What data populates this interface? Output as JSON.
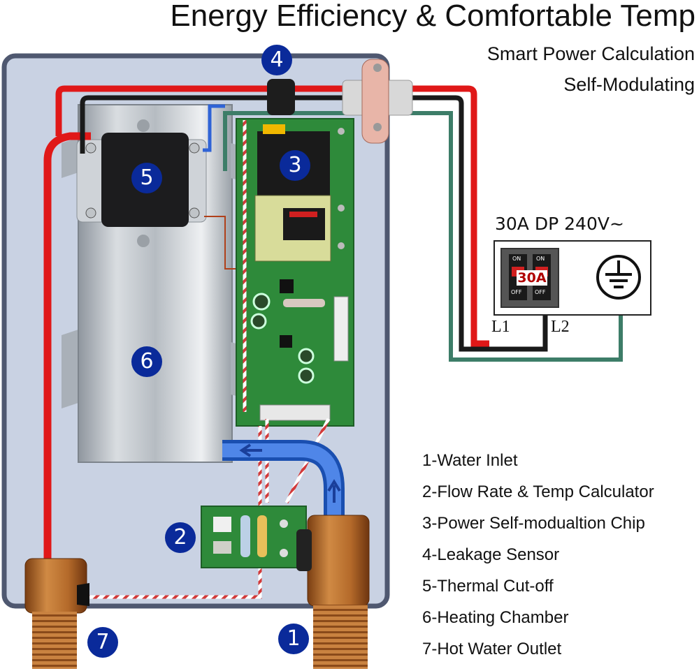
{
  "title": "Energy Efficiency & Comfortable Temp",
  "subtitle_lines": [
    "Smart Power Calculation",
    "Self-Modulating"
  ],
  "breaker": {
    "label": "30A DP 240V~",
    "rating": "30A",
    "on_label": "ON",
    "off_label": "OFF",
    "line_labels": [
      "L1",
      "L2"
    ]
  },
  "legend": [
    "1-Water Inlet",
    "2-Flow Rate & Temp Calculator",
    "3-Power Self-modualtion Chip",
    "4-Leakage Sensor",
    "5-Thermal Cut-off",
    "6-Heating Chamber",
    "7-Hot Water Outlet"
  ],
  "badges": [
    "1",
    "2",
    "3",
    "4",
    "5",
    "6",
    "7"
  ],
  "colors": {
    "hot_wire": "#e01818",
    "neutral_wire": "#1a1a1a",
    "ground_wire": "#3d7d68",
    "badge": "#0a2a9a",
    "water_pipe": "#3a6fd8",
    "housing": "#c8d2e2",
    "pcb": "#2e8a3a",
    "copper": "#b8702c"
  }
}
